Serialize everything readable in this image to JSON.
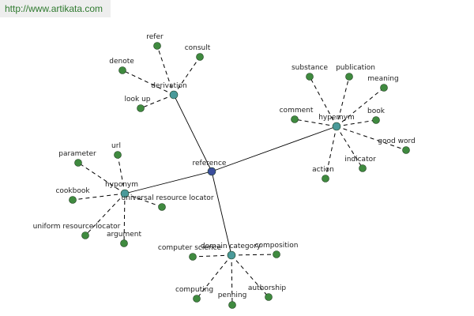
{
  "watermark": "http://www.artikata.com",
  "colors": {
    "root": "#3b4e9c",
    "hub": "#4a9a9a",
    "leaf": "#3f8a3f",
    "edge": "#000000",
    "dashed": "#000000"
  },
  "graph": {
    "root": "reference",
    "hubs": [
      {
        "label": "derivation",
        "leaves": [
          "refer",
          "consult",
          "denote",
          "look up"
        ]
      },
      {
        "label": "hypernym",
        "leaves": [
          "substance",
          "publication",
          "meaning",
          "comment",
          "book",
          "good word",
          "indicator",
          "action"
        ]
      },
      {
        "label": "hyponym",
        "leaves": [
          "url",
          "parameter",
          "cookbook",
          "universal resource locator",
          "uniform resource locator",
          "argument"
        ]
      },
      {
        "label": "domain category",
        "leaves": [
          "computer science",
          "composition",
          "computing",
          "penning",
          "authorship"
        ]
      }
    ]
  }
}
